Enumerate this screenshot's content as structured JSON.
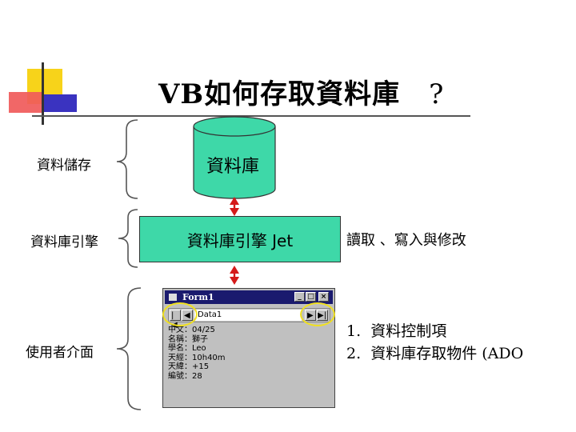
{
  "title": {
    "text": "VB如何存取資料庫",
    "suffix": "?"
  },
  "left_labels": {
    "storage": "資料儲存",
    "engine": "資料庫引擎",
    "ui": "使用者介面"
  },
  "database_cylinder": {
    "label": "資料庫"
  },
  "engine_box": {
    "label": "資料庫引擎 Jet"
  },
  "operations": {
    "text": "讀取 、寫入與修改"
  },
  "options": [
    {
      "num": "1.",
      "text": "資料控制項"
    },
    {
      "num": "2.",
      "text": "資料庫存取物件 (ADO"
    }
  ],
  "vb_form": {
    "window_title": "Form1",
    "data_control_caption": "Data1",
    "fields": [
      {
        "label": "中文：",
        "value": "04/25"
      },
      {
        "label": "名稱：",
        "value": "獅子"
      },
      {
        "label": "學名：",
        "value": "Leo"
      },
      {
        "label": "天經：",
        "value": "10h40m"
      },
      {
        "label": "天緯：",
        "value": "+15"
      },
      {
        "label": "編號：",
        "value": "28"
      }
    ]
  },
  "colors": {
    "cylinder": "#3ed8a8",
    "engine_box": "#3ed8a8",
    "arrow": "#d41a1a",
    "highlight": "#f0e020"
  }
}
